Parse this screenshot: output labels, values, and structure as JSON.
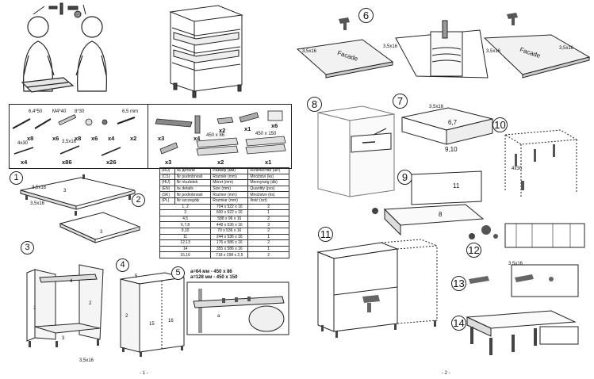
{
  "left_page": {
    "page_number": "- 1 -",
    "parts": [
      {
        "label": "6,4*50",
        "qty": "x8"
      },
      {
        "label": "M4*40",
        "qty": "x6"
      },
      {
        "label": "8*30",
        "qty": "x8"
      },
      {
        "label": "",
        "qty": "x6"
      },
      {
        "label": "",
        "qty": "x4"
      },
      {
        "label": "6,5 mm",
        "qty": "x2"
      },
      {
        "label": "",
        "qty": "x3"
      },
      {
        "label": "",
        "qty": "x4"
      },
      {
        "label": "",
        "qty": "x2"
      },
      {
        "label": "",
        "qty": "x1"
      },
      {
        "label": "",
        "qty": "x6"
      },
      {
        "label": "4x30",
        "qty": "x4"
      },
      {
        "label": "3,5x16",
        "qty": "x86"
      },
      {
        "label": "",
        "qty": "x26"
      },
      {
        "label": "",
        "qty": "x3"
      },
      {
        "label": "450 x 86",
        "qty": "x2"
      },
      {
        "label": "450 x 150",
        "qty": "x1"
      }
    ],
    "table": {
      "header": [
        [
          "(RU)",
          "№ детали",
          "Размер (мм)",
          "Количество (шт)"
        ],
        [
          "(CS)",
          "Nr podrobnosti",
          "Rozměr (mm)",
          "Množství (ks)"
        ],
        [
          "(HU)",
          "Nr részletek",
          "Méret (mm)",
          "Mennyiség (db)"
        ],
        [
          "(EN)",
          "№ details",
          "Size (mm)",
          "Quantity (pcs)"
        ],
        [
          "(SK)",
          "Nr podrobnosti",
          "Rozmer (mm)",
          "Množstvo (ks)"
        ],
        [
          "(PL)",
          "Nr szczegóły",
          "Rozmiar (mm)",
          "Ilość (szt)"
        ]
      ],
      "rows": [
        [
          "1, 2",
          "704 x 522 x 16",
          "2"
        ],
        [
          "3",
          "600 x 522 x 16",
          "1"
        ],
        [
          "4,5",
          "588 x 96 x 16",
          "2"
        ],
        [
          "6,7,8",
          "448 x 536 x 16",
          "3"
        ],
        [
          "9,10",
          "70 x 536 x 16",
          "2"
        ],
        [
          "11",
          "244 x 536 x 16",
          "1"
        ],
        [
          "12,13",
          "176 x 586 x 16",
          "2"
        ],
        [
          "14",
          "355 x 586 x 16",
          "1"
        ],
        [
          "15,16",
          "718 x 298 x 2,5",
          "2"
        ]
      ]
    },
    "steps": [
      "1",
      "2",
      "3",
      "4",
      "5"
    ],
    "panel_numbers": {
      "s1": "3",
      "s2": "3",
      "s3_side_l": "1",
      "s3_side_r": "2",
      "s3_bottom": "3",
      "s3_top": "4",
      "s4_top": "5",
      "s4_side": "2",
      "s4_b1": "15",
      "s4_b2": "16"
    },
    "screw_callouts": {
      "a": "3,5x16",
      "b": "3,5x16",
      "c": "3,5x16"
    },
    "slide_info": [
      "a=64 мм - 450 x 86",
      "a=128 мм - 450 x 150"
    ],
    "slide_a_label": "a"
  },
  "right_page": {
    "page_number": "- 2 -",
    "steps": [
      "6",
      "7",
      "8",
      "9",
      "10",
      "11",
      "12",
      "13",
      "14"
    ],
    "step6_callouts": [
      "3,5x16",
      "3,5x16",
      "3,5x16",
      "3,5x16"
    ],
    "step6_panel_text": [
      "Facade",
      "Facade"
    ],
    "step7_labels": [
      "3,5x16",
      "6,7",
      "9,10"
    ],
    "step9_labels": [
      "11",
      "8"
    ],
    "step10_label": "4x30",
    "step13_label": "3,5x16"
  },
  "colors": {
    "line": "#222222",
    "panel": "#ffffff",
    "shade": "#d9d9d9"
  }
}
